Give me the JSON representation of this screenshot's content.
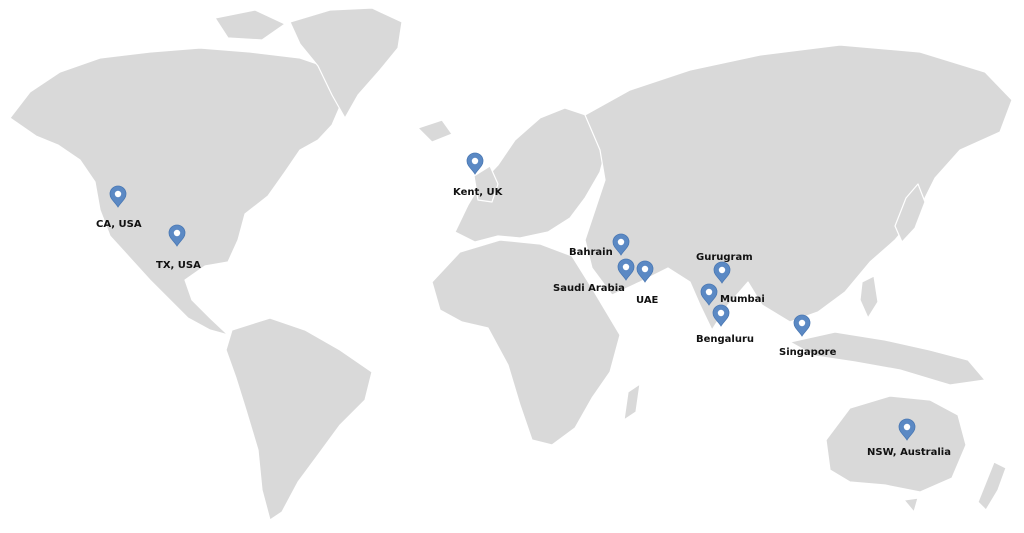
{
  "map": {
    "land_color": "#d9d9d9",
    "pin_color": "#5b89c4",
    "locations": [
      {
        "id": "ca-usa",
        "label": "CA, USA"
      },
      {
        "id": "tx-usa",
        "label": "TX, USA"
      },
      {
        "id": "kent-uk",
        "label": "Kent, UK"
      },
      {
        "id": "bahrain",
        "label": "Bahrain"
      },
      {
        "id": "saudi-arabia",
        "label": "Saudi Arabia"
      },
      {
        "id": "uae",
        "label": "UAE"
      },
      {
        "id": "gurugram",
        "label": "Gurugram"
      },
      {
        "id": "mumbai",
        "label": "Mumbai"
      },
      {
        "id": "bengaluru",
        "label": "Bengaluru"
      },
      {
        "id": "singapore",
        "label": "Singapore"
      },
      {
        "id": "nsw-australia",
        "label": "NSW, Australia"
      }
    ]
  }
}
